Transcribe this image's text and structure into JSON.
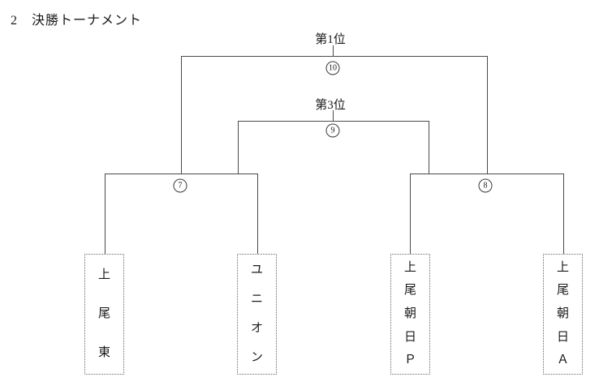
{
  "page": {
    "title": "2　決勝トーナメント"
  },
  "bracket": {
    "labels": {
      "first_place": "第1位",
      "third_place": "第3位"
    },
    "matches": {
      "final": {
        "number": "10"
      },
      "third_place": {
        "number": "9"
      },
      "semi_left": {
        "number": "7"
      },
      "semi_right": {
        "number": "8"
      }
    },
    "teams": [
      {
        "name": "上尾東"
      },
      {
        "name": "ユニオン"
      },
      {
        "name": "上尾朝日Ｐ"
      },
      {
        "name": "上尾朝日Ａ"
      }
    ]
  },
  "colors": {
    "background": "#ffffff",
    "line": "#4a4a4a",
    "box_border": "#666666",
    "text": "#1a1a1a"
  }
}
